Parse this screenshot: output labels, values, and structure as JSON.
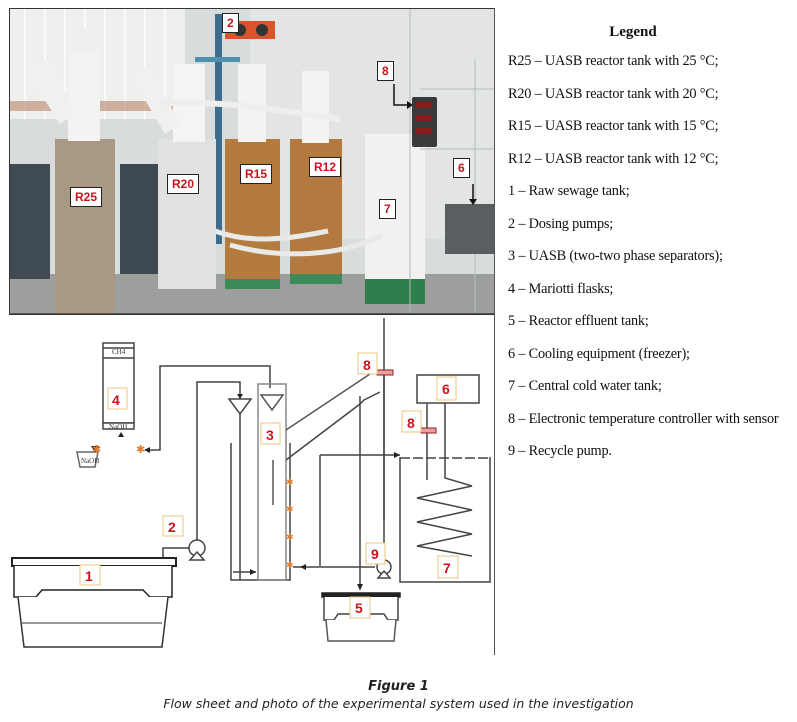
{
  "photo": {
    "labels": {
      "r25": "R25",
      "r20": "R20",
      "r15": "R15",
      "r12": "R12",
      "n2": "2",
      "n6": "6",
      "n7": "7",
      "n8": "8"
    }
  },
  "flowsheet": {
    "labels": {
      "n1": "1",
      "n2": "2",
      "n3": "3",
      "n4": "4",
      "n5": "5",
      "n6": "6",
      "n7": "7",
      "n8a": "8",
      "n8b": "8",
      "n9": "9"
    },
    "flask_top_text": "CH4",
    "flask_bottom_text": "NaOH",
    "beaker_text": "NaOH"
  },
  "legend": {
    "title": "Legend",
    "items": [
      "R25 – UASB reactor tank with 25 °C;",
      "R20 – UASB reactor tank with 20 °C;",
      "R15 – UASB reactor tank with 15 °C;",
      "R12 – UASB reactor tank with 12 °C;",
      "1 – Raw sewage tank;",
      "2 – Dosing pumps;",
      "3 – UASB (two-two phase separators);",
      "4 – Mariotti flasks;",
      "5 – Reactor effluent tank;",
      "6 – Cooling equipment (freezer);",
      "7 – Central cold water tank;",
      "8 – Electronic temperature controller with sensor",
      "9 – Recycle pump."
    ]
  },
  "caption": {
    "title": "Figure 1",
    "text": "Flow sheet and photo of the experimental system used in the investigation"
  }
}
